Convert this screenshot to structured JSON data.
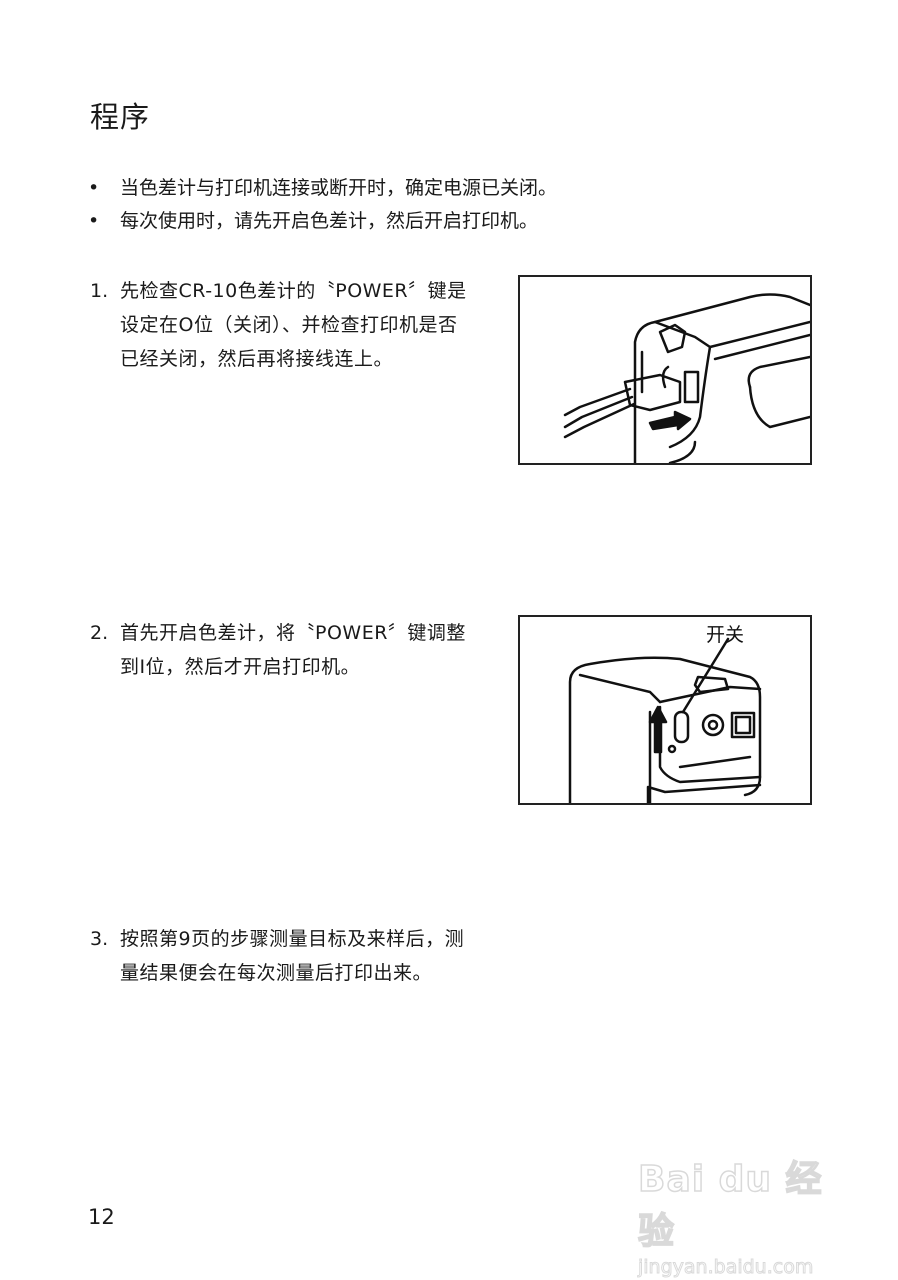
{
  "page": {
    "title": "程序",
    "bullets": [
      "当色差计与打印机连接或断开时，确定电源已关闭。",
      "每次使用时，请先开启色差计，然后开启打印机。"
    ],
    "bullet_symbol": "•",
    "steps": [
      {
        "number": "1.",
        "text": "先检查CR-10色差计的〝POWER〞键是设定在O位（关闭）、并检查打印机是否已经关闭，然后再将接线连上。",
        "figure": "cable-connection-illustration"
      },
      {
        "number": "2.",
        "text": "首先开启色差计，将〝POWER〞键调整到I位，然后才开启打印机。",
        "figure": "power-switch-illustration",
        "figure_label": "开关"
      },
      {
        "number": "3.",
        "text": "按照第9页的步骤测量目标及来样后，测量结果便会在每次测量后打印出来。"
      }
    ],
    "page_number": "12"
  },
  "watermark": {
    "brand": "Bai du 经验",
    "url": "jingyan.baidu.com"
  }
}
